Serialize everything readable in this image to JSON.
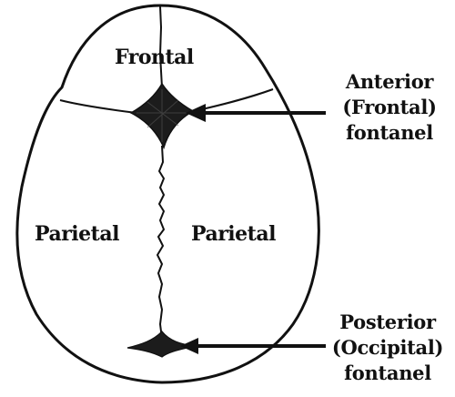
{
  "bones": {
    "frontal": "Frontal",
    "parietal_left": "Parietal",
    "parietal_right": "Parietal"
  },
  "fontanels": {
    "anterior": {
      "line1": "Anterior",
      "line2": "(Frontal)",
      "line3": "fontanel"
    },
    "posterior": {
      "line1": "Posterior",
      "line2": "(Occipital)",
      "line3": "fontanel"
    }
  },
  "colors": {
    "ink": "#111111",
    "background": "#ffffff"
  }
}
